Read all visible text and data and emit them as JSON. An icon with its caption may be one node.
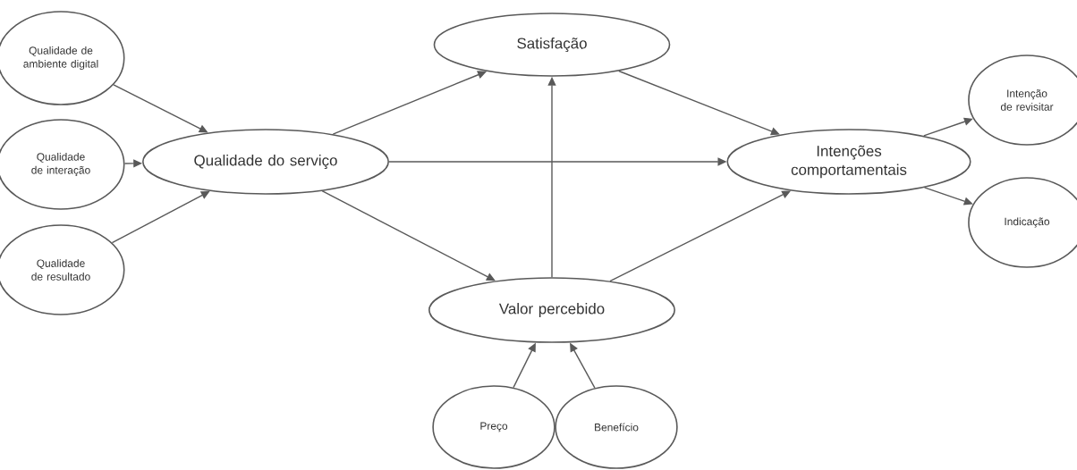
{
  "diagram": {
    "nodes": [
      {
        "text": [
          "Qualidade de ambiente digital"
        ]
      },
      {
        "text": [
          "Qualidade de interação"
        ]
      },
      {
        "text": [
          "Qualidade de resultado"
        ]
      },
      {
        "text": [
          "Qualidade do serviço"
        ]
      },
      {
        "text": [
          "Satisfação"
        ]
      },
      {
        "text": [
          "Intenções comportamentais"
        ]
      },
      {
        "text": [
          "Intenção de revisitar"
        ]
      },
      {
        "text": [
          "Indicação"
        ]
      },
      {
        "text": [
          "Valor percebido"
        ]
      },
      {
        "text": [
          "Preço"
        ]
      },
      {
        "text": [
          "Benefício"
        ]
      }
    ],
    "edges": [
      {
        "from": 0,
        "to": 3,
        "arrow": "to"
      },
      {
        "from": 1,
        "to": 3,
        "arrow": "to"
      },
      {
        "from": 2,
        "to": 3,
        "arrow": "to"
      },
      {
        "from": 3,
        "to": 4,
        "arrow": "to"
      },
      {
        "from": 3,
        "to": 5,
        "arrow": "to"
      },
      {
        "from": 3,
        "to": 8,
        "arrow": "to"
      },
      {
        "from": 8,
        "to": 4,
        "arrow": "to"
      },
      {
        "from": 4,
        "to": 5,
        "arrow": "to"
      },
      {
        "from": 8,
        "to": 5,
        "arrow": "to"
      },
      {
        "from": 5,
        "to": 6,
        "arrow": "to"
      },
      {
        "from": 5,
        "to": 7,
        "arrow": "to"
      },
      {
        "from": 9,
        "to": 8,
        "arrow": "to"
      },
      {
        "from": 10,
        "to": 8,
        "arrow": "to"
      }
    ]
  }
}
